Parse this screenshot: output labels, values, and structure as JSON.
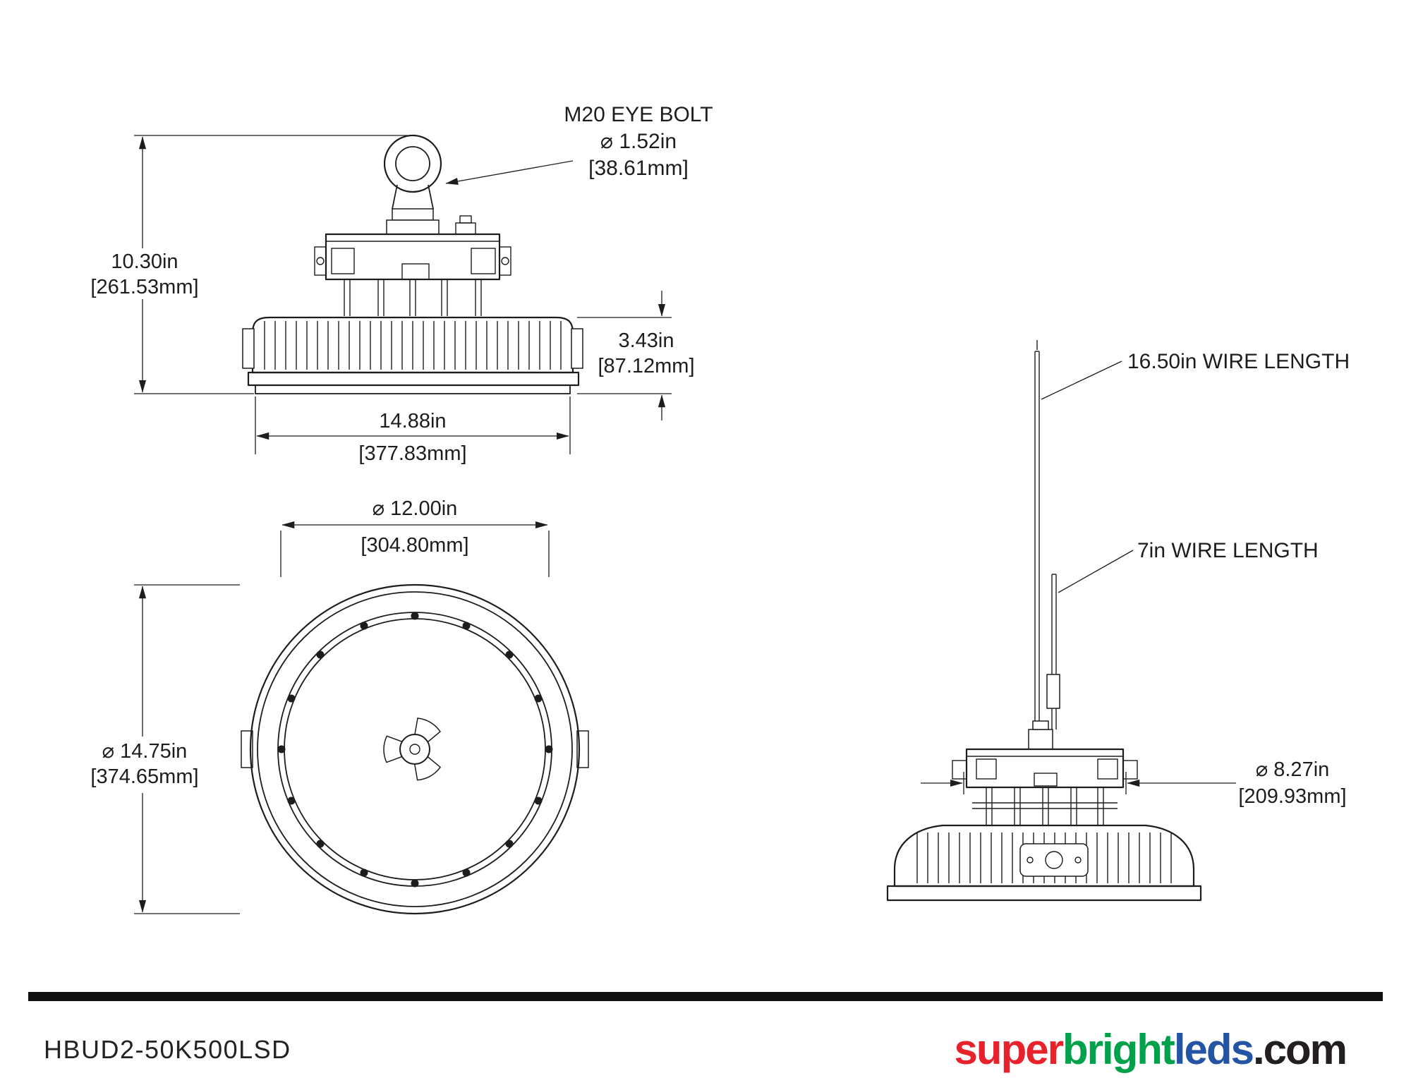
{
  "side_view": {
    "eye_bolt": {
      "line1": "M20 EYE BOLT",
      "line2": "⌀ 1.52in",
      "line3": "[38.61mm]"
    },
    "overall_height": {
      "in": "10.30in",
      "mm": "[261.53mm]"
    },
    "body_height": {
      "in": "3.43in",
      "mm": "[87.12mm]"
    },
    "overall_width": {
      "in": "14.88in",
      "mm": "[377.83mm]"
    }
  },
  "bottom_view": {
    "lens_diameter": {
      "in": "⌀ 12.00in",
      "mm": "[304.80mm]"
    },
    "outer_diameter": {
      "in": "⌀ 14.75in",
      "mm": "[374.65mm]"
    }
  },
  "wire_view": {
    "long_wire_label": "16.50in WIRE LENGTH",
    "short_wire_label": "7in WIRE LENGTH",
    "bracket_diameter": {
      "in": "⌀ 8.27in",
      "mm": "[209.93mm]"
    }
  },
  "footer": {
    "part_number": "HBUD2-50K500LSD",
    "logo": {
      "super": "super",
      "bright": "bright",
      "leds": "leds",
      "com": ".com"
    },
    "logo_colors": {
      "super": "#e8222a",
      "bright": "#00a14b",
      "leds": "#2455a4",
      "com": "#231f20"
    }
  }
}
